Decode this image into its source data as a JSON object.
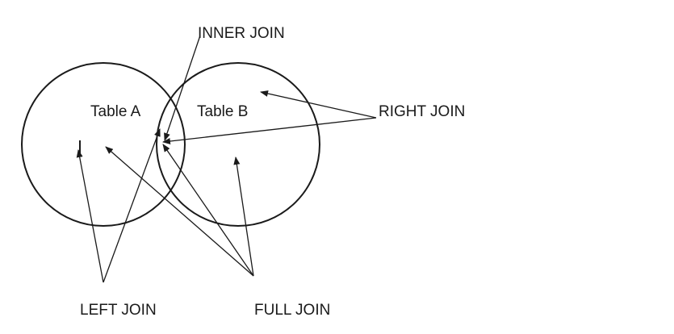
{
  "labels": {
    "inner_join": "INNER JOIN",
    "table_a": "Table A",
    "table_b": "Table B",
    "right_join": "RIGHT JOIN",
    "left_join": "LEFT JOIN",
    "full_join": "FULL JOIN"
  },
  "colors": {
    "stroke": "#1a1a1a"
  }
}
